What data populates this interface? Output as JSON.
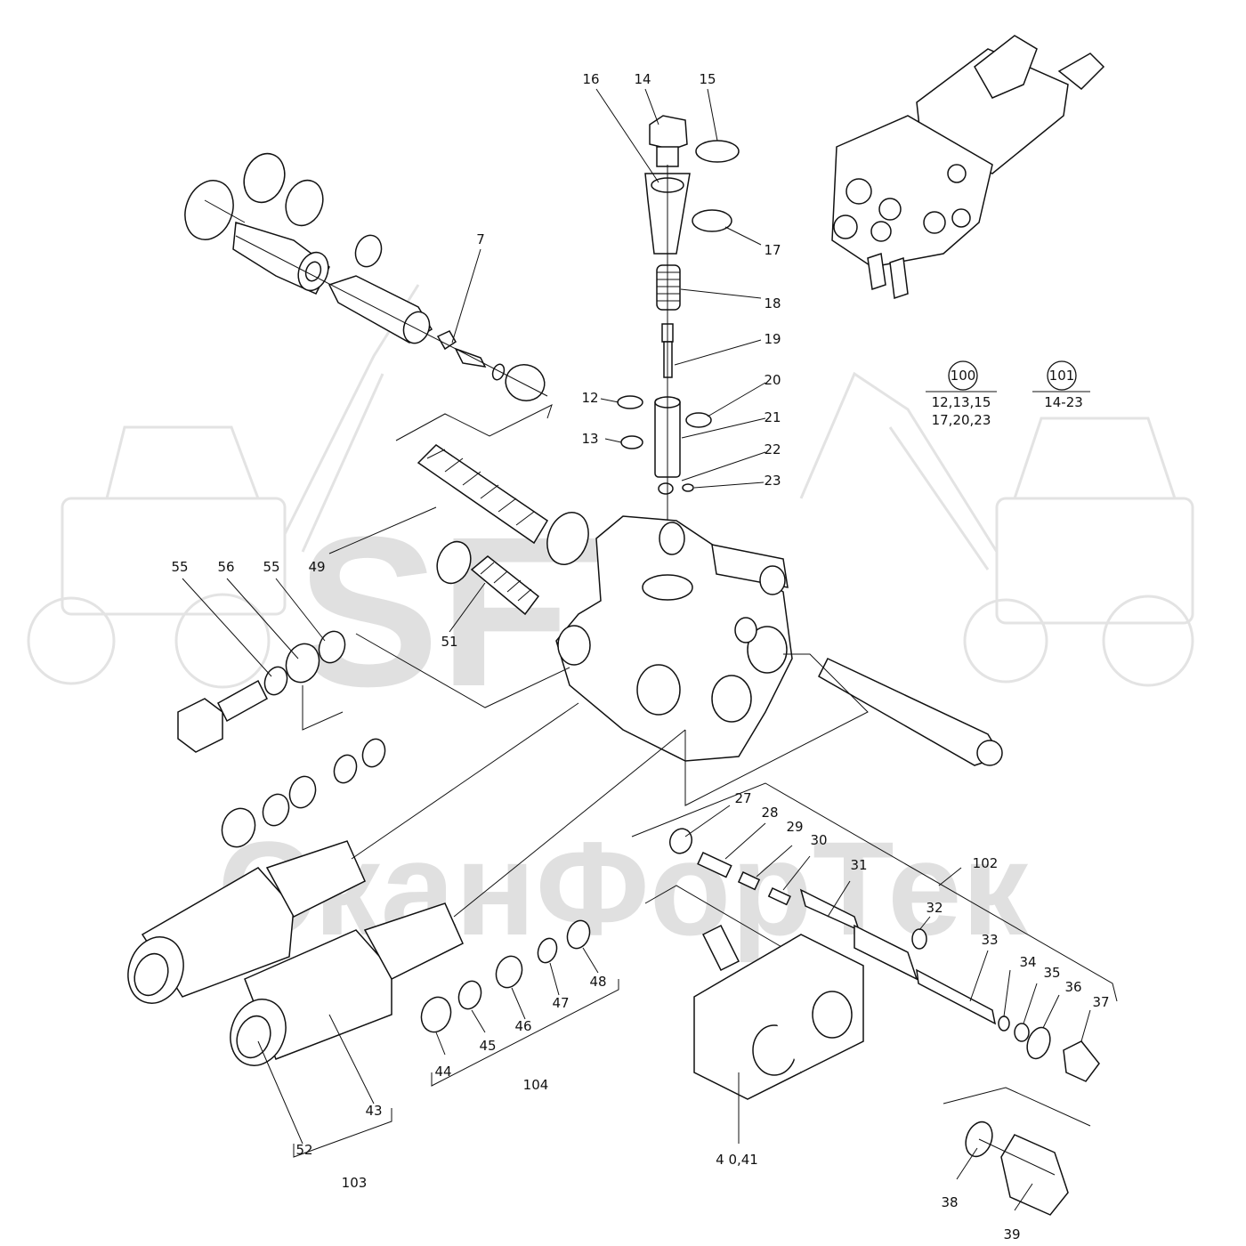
{
  "watermark": {
    "logo_text": "SFT",
    "brand_text": "СканФорТек"
  },
  "labels": {
    "l7": "7",
    "l12": "12",
    "l13": "13",
    "l14": "14",
    "l15": "15",
    "l16": "16",
    "l17": "17",
    "l18": "18",
    "l19": "19",
    "l20": "20",
    "l21": "21",
    "l22": "22",
    "l23": "23",
    "l27": "27",
    "l28": "28",
    "l29": "29",
    "l30": "30",
    "l31": "31",
    "l32": "32",
    "l33": "33",
    "l34": "34",
    "l35": "35",
    "l36": "36",
    "l37": "37",
    "l38": "38",
    "l39": "39",
    "l4041": "4 0,41",
    "l43": "43",
    "l44": "44",
    "l45": "45",
    "l46": "46",
    "l47": "47",
    "l48": "48",
    "l49": "49",
    "l51": "51",
    "l52": "52",
    "l55a": "55",
    "l56": "56",
    "l55b": "55",
    "l102": "102",
    "l103": "103",
    "l104": "104"
  },
  "kits": {
    "k100": {
      "number": "100",
      "line1": "12,13,15",
      "line2": "17,20,23"
    },
    "k101": {
      "number": "101",
      "line1": "14-23"
    }
  }
}
